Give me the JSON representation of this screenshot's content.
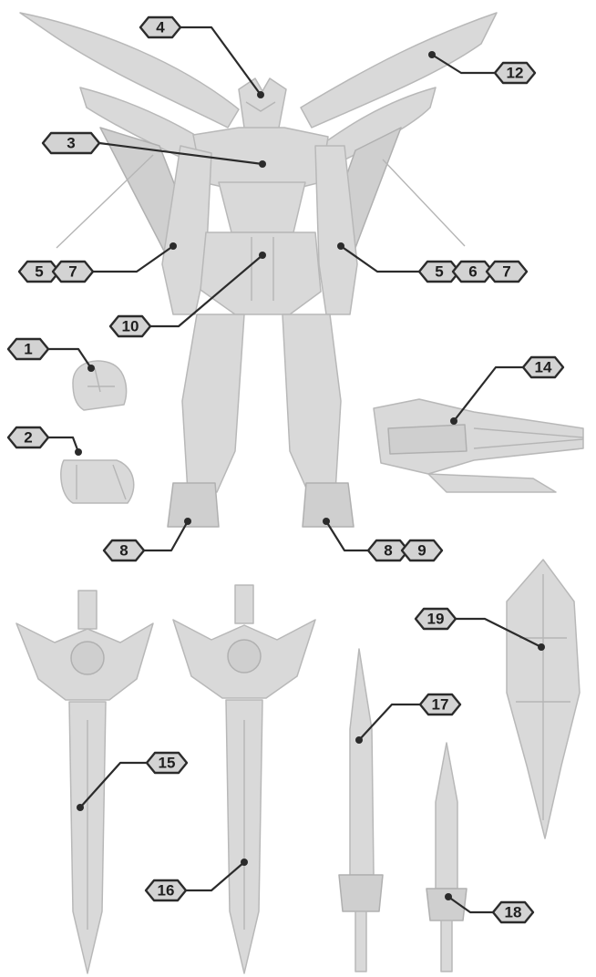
{
  "callouts": [
    {
      "id": "part-1",
      "labels": [
        "1"
      ]
    },
    {
      "id": "part-2",
      "labels": [
        "2"
      ]
    },
    {
      "id": "part-3",
      "labels": [
        "3"
      ]
    },
    {
      "id": "part-4",
      "labels": [
        "4"
      ]
    },
    {
      "id": "part-5-7-left",
      "labels": [
        "5",
        "7"
      ]
    },
    {
      "id": "part-5-6-7-right",
      "labels": [
        "5",
        "6",
        "7"
      ]
    },
    {
      "id": "part-8-left",
      "labels": [
        "8"
      ]
    },
    {
      "id": "part-8-9-right",
      "labels": [
        "8",
        "9"
      ]
    },
    {
      "id": "part-10",
      "labels": [
        "10"
      ]
    },
    {
      "id": "part-12",
      "labels": [
        "12"
      ]
    },
    {
      "id": "part-14",
      "labels": [
        "14"
      ]
    },
    {
      "id": "part-15",
      "labels": [
        "15"
      ]
    },
    {
      "id": "part-16",
      "labels": [
        "16"
      ]
    },
    {
      "id": "part-17",
      "labels": [
        "17"
      ]
    },
    {
      "id": "part-18",
      "labels": [
        "18"
      ]
    },
    {
      "id": "part-19",
      "labels": [
        "19"
      ]
    }
  ]
}
